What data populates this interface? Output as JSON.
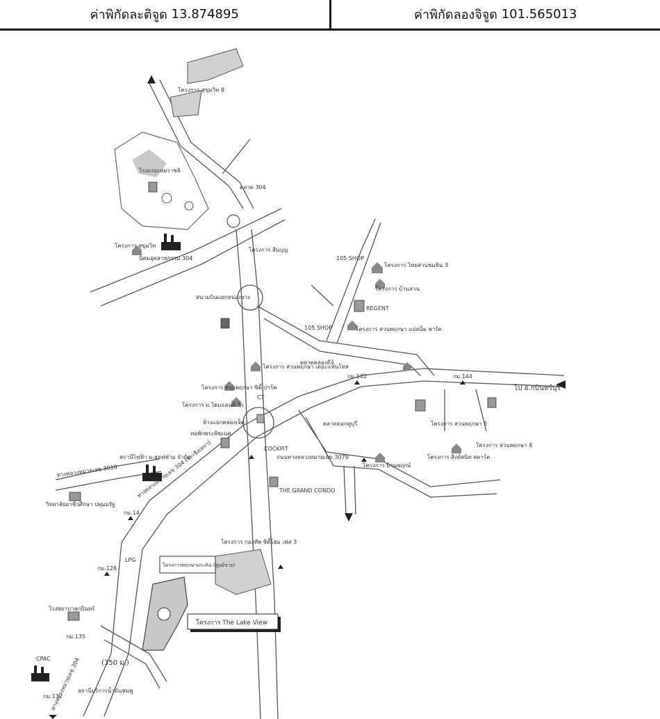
{
  "header": {
    "lat_label": "ค่าพิกัดละติจูด",
    "lat_value": "13.874895",
    "lon_label": "ค่าพิกัดลองจิจูด",
    "lon_value": "101.565013"
  },
  "map": {
    "labels": {
      "sukhumvit_project": "โครงการ สุขุมวิท 8",
      "hemaraj": "โรงแรมเหมราชลิ",
      "talad_304": "ตลาด 304",
      "sukhumvit_small": "โครงการ สุขุมวิท",
      "industrial_304": "นิคมอุตสาหกรรม 304",
      "project_sin": "โครงการ สินบุญ",
      "shop_105_top": "105 SHOP",
      "project_thai_suan": "โครงการ ไทยสวนชมพิน 3",
      "project_ban_suan": "โครงการ บ้านสวน",
      "regent": "REGENT",
      "shop_105_mid": "105 SHOP",
      "project_suan_phattaya": "โครงการ สวนพฤกษา แปลนี่ม พาร์ค",
      "sanam_bin": "สนามบินแยกหนองยาง",
      "talad_tongsong": "ตลาดคลองดีจ์",
      "project_phattaya_3": "โครงการ สวนพฤกษา เดอะแฟนโทส",
      "km142": "กม.142",
      "km144": "กม.144",
      "kabin": "ไป อ.กบินทร์บุรี",
      "ct": "CT",
      "project_city_park": "โครงการ สวนพฤกษา ซิตี้ ปาร์ค",
      "project_joint": "โครงการ ม.โฮมแลนด์ วิว",
      "wall": "ห้างแยกคลองเจ็ด",
      "market_bu": "ตลาดดอกคูบุรี",
      "project_suan_5": "โครงการ สวนพฤกษา 5",
      "project_suan_8": "โครงการ สวนพฤกษา 8",
      "home_pro": "หอพักพระพิฆเนศ",
      "cockpit": "COCKPIT",
      "road_3079": "ถนนทางหลวงหมายเลข 3079",
      "project_sai_duan": "โครงการ บ้านพฤกษ์",
      "project_sai_star": "โครงการ สิงห์สนิท สตาร์ค",
      "factory_a": "สถานีไฟฟ้า ม.ฮอฟฟ่าม จำกัด",
      "km_road_304": "ทางหลวงหมายเลข 304 (ฉะเชิงเทรา)",
      "road_3010": "ทางหลวงหมายเลข 3010",
      "grand_condo": "THE GRAND CONDO",
      "police": "วิทยาลัยอาชีวศึกษา ปทุมมรัฐ",
      "km_low": "กม.14",
      "lpg": "LPG",
      "project_ohm": "โครงการ กองทัพ ซิตี้โฮม เฟส 3",
      "project_main": "โครงการพฤกษาประทิน (ศูนย์ขาย)",
      "km_128": "กม.128",
      "ton_hospital": "โรงพยาบาลกบินทร์",
      "lake_view": "โครงการ The Lake View",
      "km_135": "กม.135",
      "distance": "(350 ม.)",
      "cpac": "CPAC",
      "factory_b": "สถานีบริการน้ำมันชมพู",
      "bottom_road": "ทางหลวงหมายเลข 304",
      "km_bottom": "กม.132"
    }
  }
}
